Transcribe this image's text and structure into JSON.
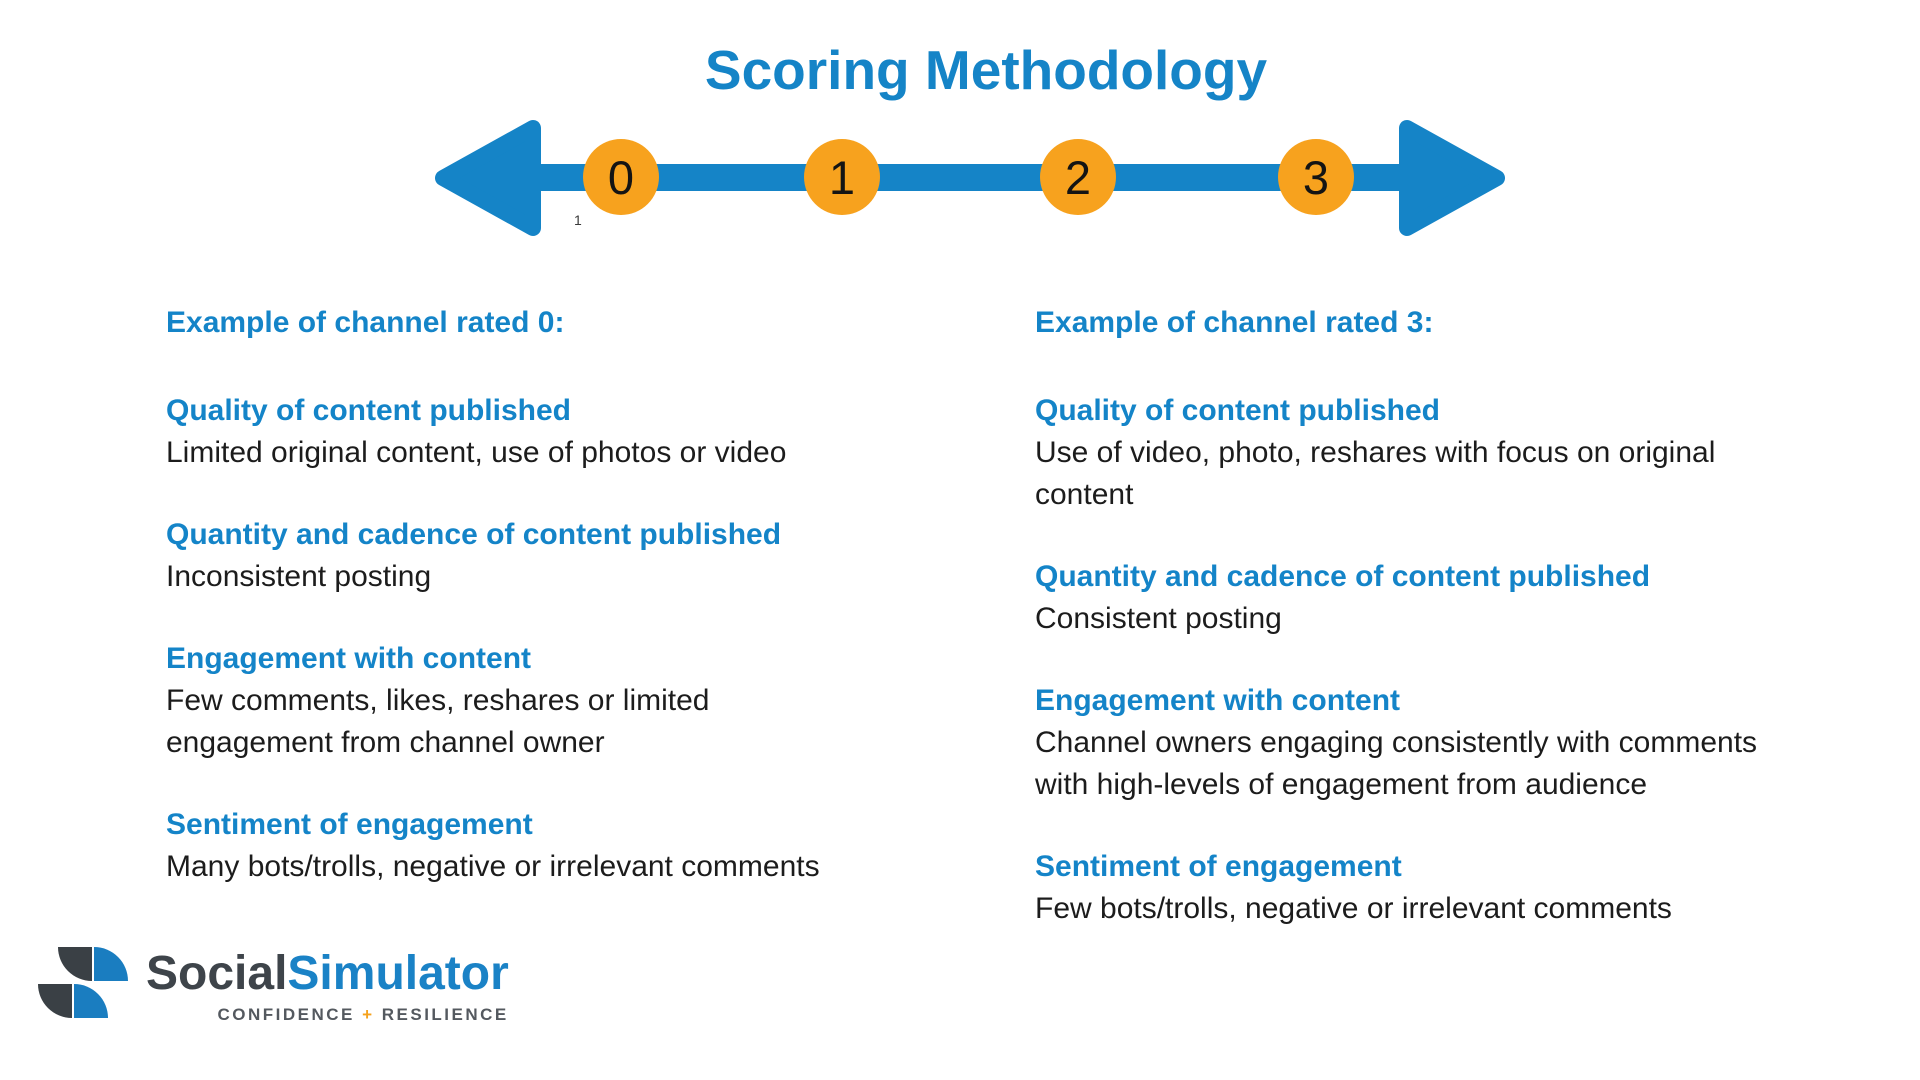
{
  "title": "Scoring Methodology",
  "colors": {
    "accent_blue": "#1584C7",
    "circle_orange": "#F7A21E",
    "body_text": "#1c1c1c",
    "logo_dark": "#3E444A",
    "logo_blue": "#1A82C6",
    "tagline_gray": "#54595F",
    "tagline_plus_orange": "#F5A21C"
  },
  "scale": {
    "values": [
      "0",
      "1",
      "2",
      "3"
    ],
    "footnote_marker": "1"
  },
  "columns": [
    {
      "heading": "Example of channel rated 0:",
      "blocks": [
        {
          "heading": "Quality of content published",
          "lines": [
            "Limited original content, use of photos or video"
          ]
        },
        {
          "heading": "Quantity and cadence of content published",
          "lines": [
            "Inconsistent posting"
          ]
        },
        {
          "heading": "Engagement with content",
          "lines": [
            "Few comments, likes, reshares or limited",
            "engagement from channel owner"
          ]
        },
        {
          "heading": "Sentiment of engagement",
          "lines": [
            "Many bots/trolls, negative or irrelevant comments"
          ]
        }
      ]
    },
    {
      "heading": "Example of channel rated 3:",
      "blocks": [
        {
          "heading": "Quality of content published",
          "lines": [
            "Use of video, photo, reshares with focus on original",
            "content"
          ]
        },
        {
          "heading": "Quantity and cadence of content published",
          "lines": [
            "Consistent posting"
          ]
        },
        {
          "heading": "Engagement with content",
          "lines": [
            "Channel owners engaging consistently with comments",
            "with high-levels of engagement from audience"
          ]
        },
        {
          "heading": "Sentiment of engagement",
          "lines": [
            "Few bots/trolls, negative or irrelevant comments"
          ]
        }
      ]
    }
  ],
  "logo": {
    "brand_part1": "Social",
    "brand_part2": "Simulator",
    "tagline_left": "CONFIDENCE",
    "tagline_plus": "+",
    "tagline_right": "RESILIENCE"
  }
}
